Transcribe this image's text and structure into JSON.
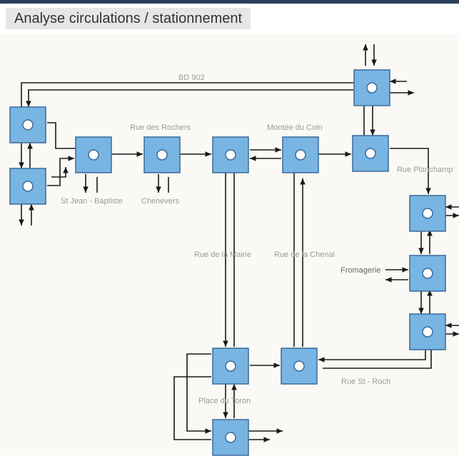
{
  "header": {
    "title": "Analyse circulations / stationnement"
  },
  "colors": {
    "node_fill": "#79b5e2",
    "node_border": "#3b6a99",
    "line": "#1a1a1a",
    "label": "#9a9a9a",
    "header_bar": "#2a3f5a"
  },
  "labels": {
    "bd902": "BD 902",
    "rue_des_rochers": "Rue des Rochers",
    "montee_du_coin": "Montée du Coin",
    "rue_planchamp": "Rue Planchamp",
    "st_jean_baptiste": "St Jean - Baptiste",
    "chenevers": "Chenevers",
    "rue_de_la_mairie": "Rue de la Mairie",
    "rue_de_la_chenal": "Rue de la Chenal",
    "fromagerie": "Fromagerie",
    "rue_st_roch": "Rue St - Roch",
    "place_du_toron": "Place du Toron"
  }
}
